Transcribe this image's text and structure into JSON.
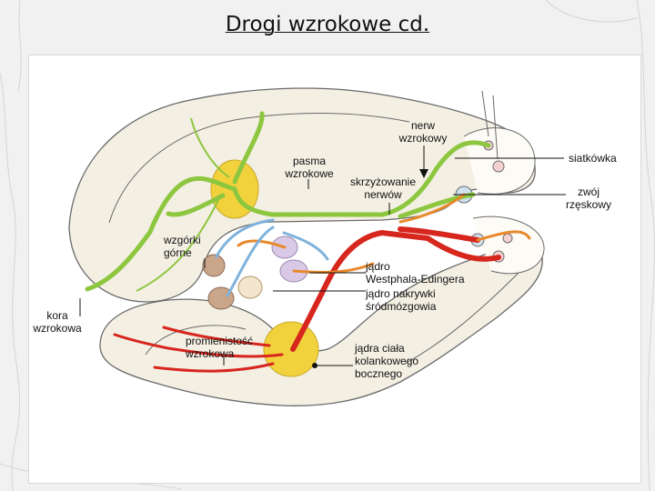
{
  "slide": {
    "title": "Drogi wzrokowe cd."
  },
  "labels": {
    "nerw_wzrokowy": "nerw\nwzrokowy",
    "siatkowka": "siatkówka",
    "pasma_wzrokowe": "pasma\nwzrokowe",
    "skrzyzowanie_nerwow": "skrzyżowanie\nnerwów",
    "zwoj_rzeskowy": "zwój\nrzęskowy",
    "wzgorki_gorne": "wzgórki\ngórne",
    "jadro_westphala_edingera": "jądro\nWestphala-Edingera",
    "jadro_nakrywki": "jądro nakrywki\nśródmózgowia",
    "kora_wzrokowa": "kora\nwzrokowa",
    "promienistosc_wzrokowa": "promienistość\nwzrokowa",
    "jadra_ciala_kolankowego": "jądra ciała\nkolankowego\nbocznego"
  },
  "colors": {
    "green_pathway": "#8dc63f",
    "red_pathway": "#d7261e",
    "orange_pathway": "#e8892b",
    "blue_pathway": "#7fb3dc",
    "nucleus_yellow": "#f2d23c",
    "nucleus_lilac": "#d9c9e6",
    "nucleus_tan": "#c9a58a",
    "brain_outline": "#6a6a6a"
  }
}
